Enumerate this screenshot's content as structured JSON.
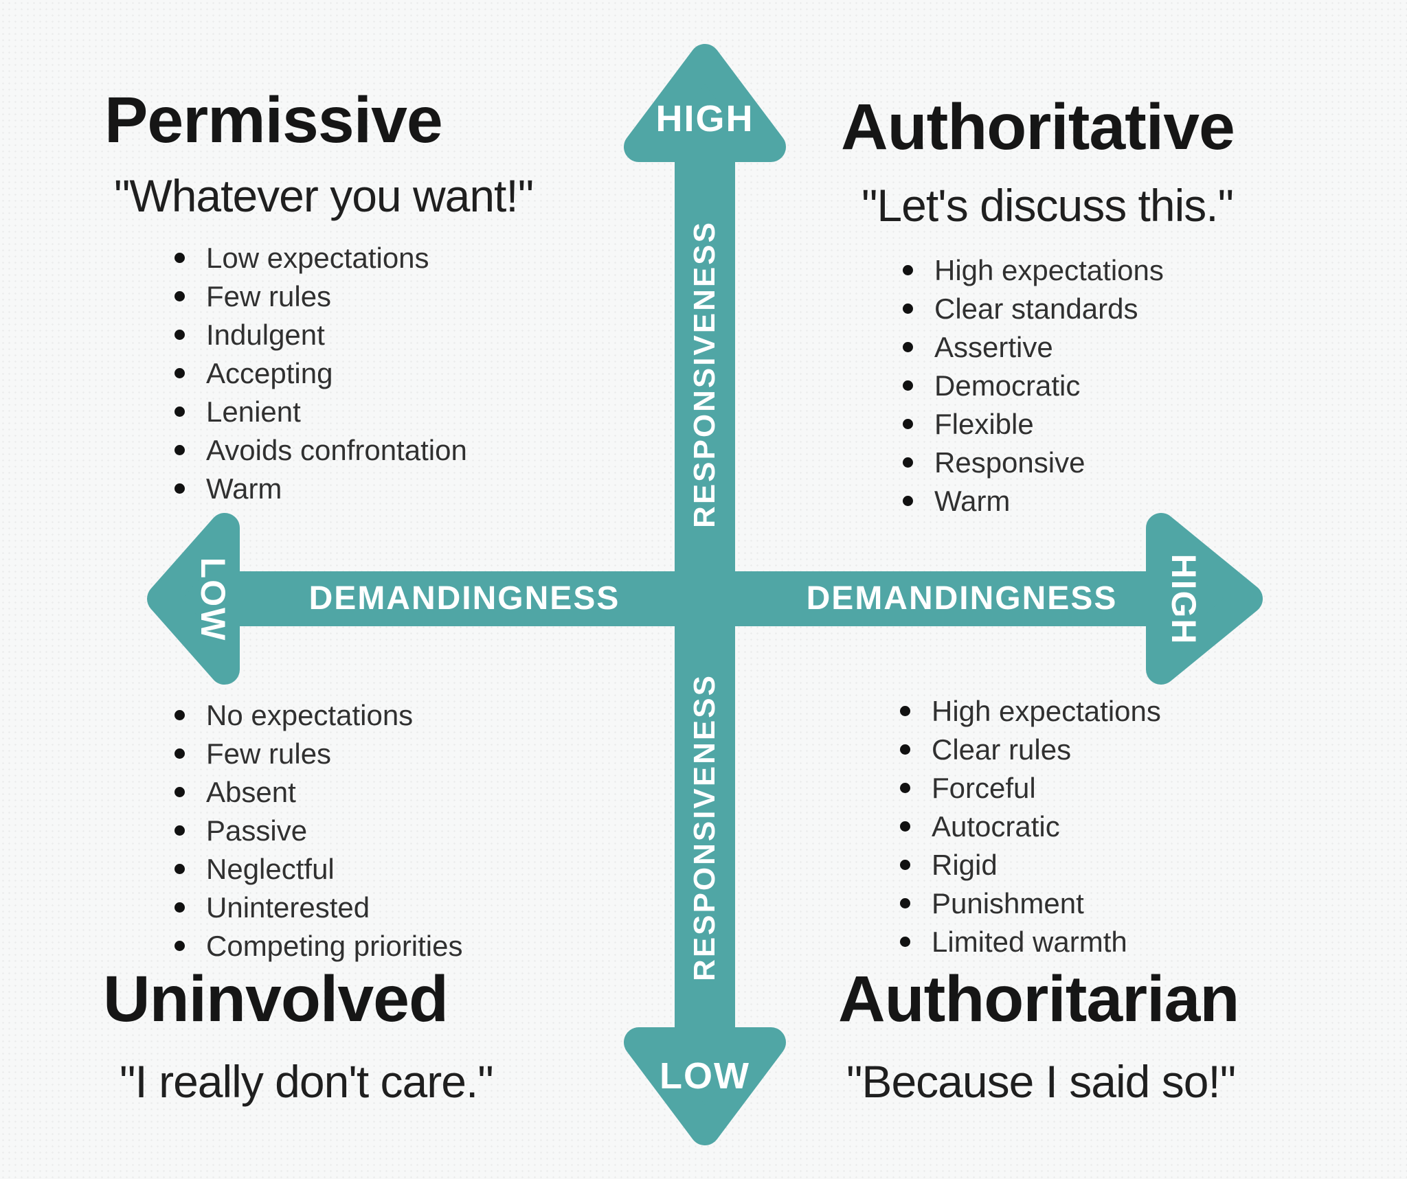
{
  "colors": {
    "teal": "#50A6A5",
    "heading_text": "#161616",
    "body_text": "#303030",
    "axis_label_text": "#FFFFFF",
    "background": "#F7F8F8"
  },
  "axes": {
    "vertical": {
      "name_upper": "RESPONSIVENESS",
      "name_lower": "RESPONSIVENESS",
      "end_top": "HIGH",
      "end_bottom": "LOW"
    },
    "horizontal": {
      "name_left": "DEMANDINGNESS",
      "name_right": "DEMANDINGNESS",
      "end_left": "LOW",
      "end_right": "HIGH"
    }
  },
  "quadrants": {
    "top_left": {
      "title": "Permissive",
      "quote": "\"Whatever you want!\"",
      "traits": [
        "Low expectations",
        "Few rules",
        "Indulgent",
        "Accepting",
        "Lenient",
        "Avoids confrontation",
        "Warm"
      ]
    },
    "top_right": {
      "title": "Authoritative",
      "quote": "\"Let's discuss this.\"",
      "traits": [
        "High expectations",
        "Clear standards",
        "Assertive",
        "Democratic",
        "Flexible",
        "Responsive",
        "Warm"
      ]
    },
    "bottom_left": {
      "title": "Uninvolved",
      "quote": "\"I really don't care.\"",
      "traits": [
        "No expectations",
        "Few rules",
        "Absent",
        "Passive",
        "Neglectful",
        "Uninterested",
        "Competing priorities"
      ]
    },
    "bottom_right": {
      "title": "Authoritarian",
      "quote": "\"Because I said so!\"",
      "traits": [
        "High expectations",
        "Clear rules",
        "Forceful",
        "Autocratic",
        "Rigid",
        "Punishment",
        "Limited warmth"
      ]
    }
  }
}
